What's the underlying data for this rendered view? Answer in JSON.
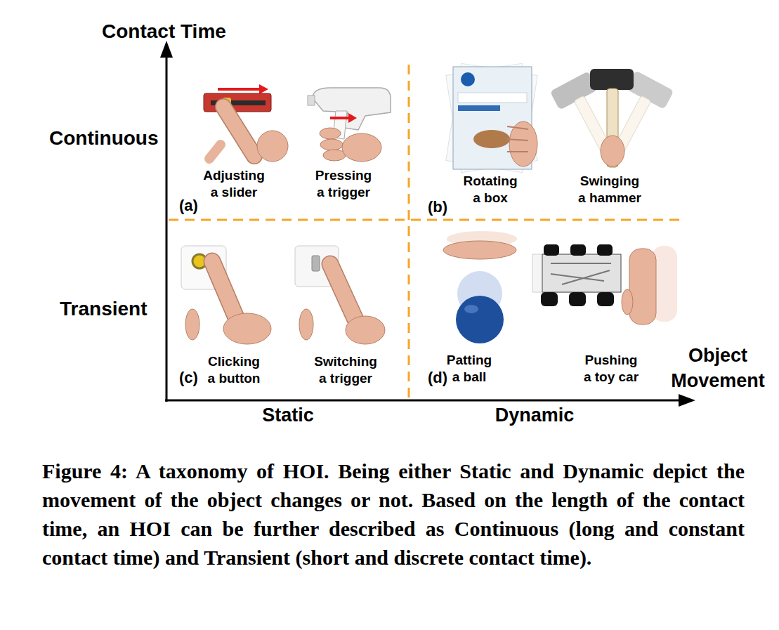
{
  "diagram": {
    "caption": "Figure 4: A taxonomy of HOI. Being either Static and Dynamic depict the movement of the object changes or not. Based on the length of the contact time, an HOI can be further described as Continuous (long and constant contact time) and Transient (short and discrete contact time).",
    "nodes": [
      {
        "text": [
          "(a)",
          "Adjusting a slider",
          "Pressing a trigger"
        ]
      },
      {
        "text": [
          "(b)",
          "Rotating a box",
          "Swinging a hammer"
        ]
      },
      {
        "text": [
          "(c)",
          "Clicking a button",
          "Switching a trigger"
        ]
      },
      {
        "text": [
          "(d)",
          "Patting a ball",
          "Pushing a toy car"
        ]
      }
    ],
    "labels": [
      "Contact Time",
      "Continuous",
      "Transient",
      "Static",
      "Dynamic",
      "Object Movement"
    ]
  }
}
